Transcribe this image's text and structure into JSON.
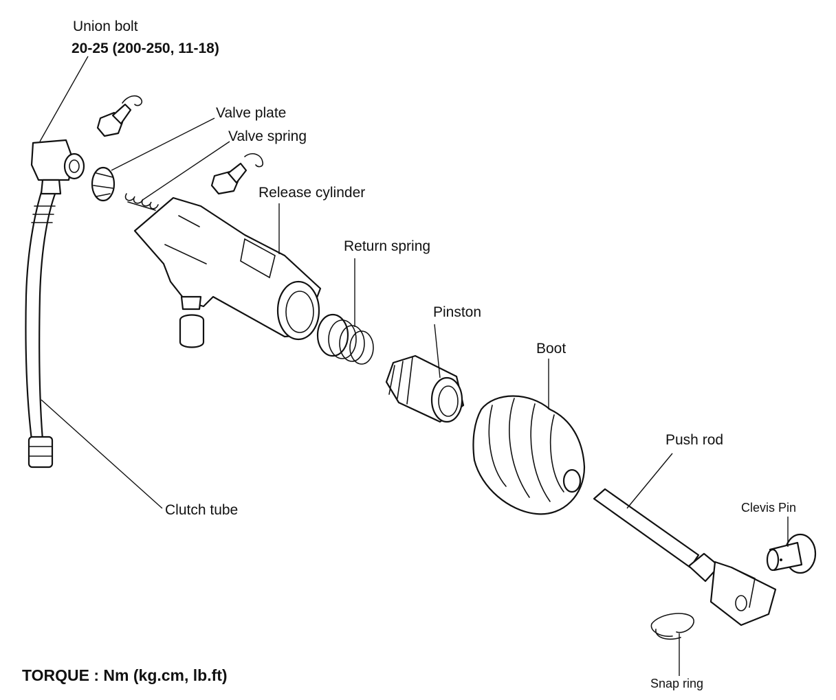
{
  "labels": {
    "union_bolt": "Union bolt",
    "union_bolt_torque": "20-25 (200-250, 11-18)",
    "valve_plate": "Valve plate",
    "valve_spring": "Valve spring",
    "release_cylinder": "Release cylinder",
    "return_spring": "Return spring",
    "piston": "Pinston",
    "boot": "Boot",
    "push_rod": "Push rod",
    "clevis_pin": "Clevis Pin",
    "clutch_tube": "Clutch tube",
    "snap_ring": "Snap ring",
    "torque_note": "TORQUE : Nm (kg.cm, lb.ft)"
  }
}
